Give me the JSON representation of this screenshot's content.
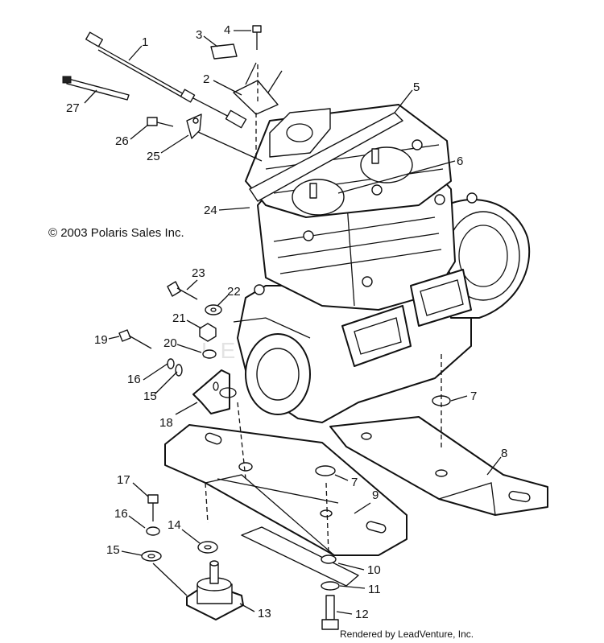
{
  "copyright": "© 2003 Polaris Sales Inc.",
  "rendered_by": "Rendered by LeadVenture, Inc.",
  "watermark": "LEADVENTURE",
  "callouts": [
    "1",
    "2",
    "3",
    "4",
    "5",
    "6",
    "7",
    "8",
    "9",
    "10",
    "11",
    "12",
    "13",
    "14",
    "15",
    "16",
    "17",
    "18",
    "19",
    "20",
    "21",
    "22",
    "23",
    "24",
    "25",
    "26",
    "27"
  ],
  "callout_7_repeat": "7",
  "callout_15_repeat": "15",
  "callout_16_repeat": "16"
}
